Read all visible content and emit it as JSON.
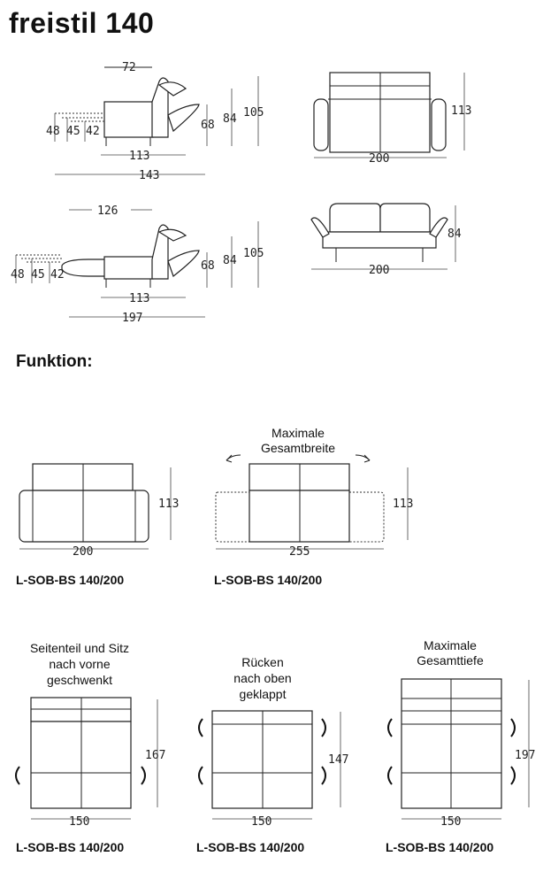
{
  "title": "freistil 140",
  "section_label": "Funktion:",
  "dims": {
    "top_left": {
      "w72": "72",
      "h48": "48",
      "h45": "45",
      "h42": "42",
      "h68": "68",
      "h84": "84",
      "h105": "105",
      "d113": "113",
      "d143": "143"
    },
    "top_right": {
      "h113": "113",
      "w200": "200"
    },
    "mid_left": {
      "d126": "126",
      "h48": "48",
      "h45": "45",
      "h42": "42",
      "h68": "68",
      "h84": "84",
      "h105": "105",
      "d113": "113",
      "d197": "197"
    },
    "mid_right": {
      "h84": "84",
      "w200": "200"
    }
  },
  "functions": [
    {
      "caption": "",
      "width": "200",
      "depth": "113",
      "label": "L-SOB-BS 140/200"
    },
    {
      "caption_lines": [
        "Maximale",
        "Gesamtbreite"
      ],
      "width": "255",
      "depth": "113",
      "label": "L-SOB-BS 140/200"
    },
    {
      "caption_lines": [
        "Seitenteil und Sitz",
        "nach vorne",
        "geschwenkt"
      ],
      "width": "150",
      "depth": "167",
      "label": "L-SOB-BS 140/200"
    },
    {
      "caption_lines": [
        "Rücken",
        "nach oben",
        "geklappt"
      ],
      "width": "150",
      "depth": "147",
      "label": "L-SOB-BS 140/200"
    },
    {
      "caption_lines": [
        "Maximale",
        "Gesamttiefe"
      ],
      "width": "150",
      "depth": "197",
      "label": "L-SOB-BS 140/200"
    }
  ],
  "icons": [
    "rotate-arrow-icon"
  ]
}
